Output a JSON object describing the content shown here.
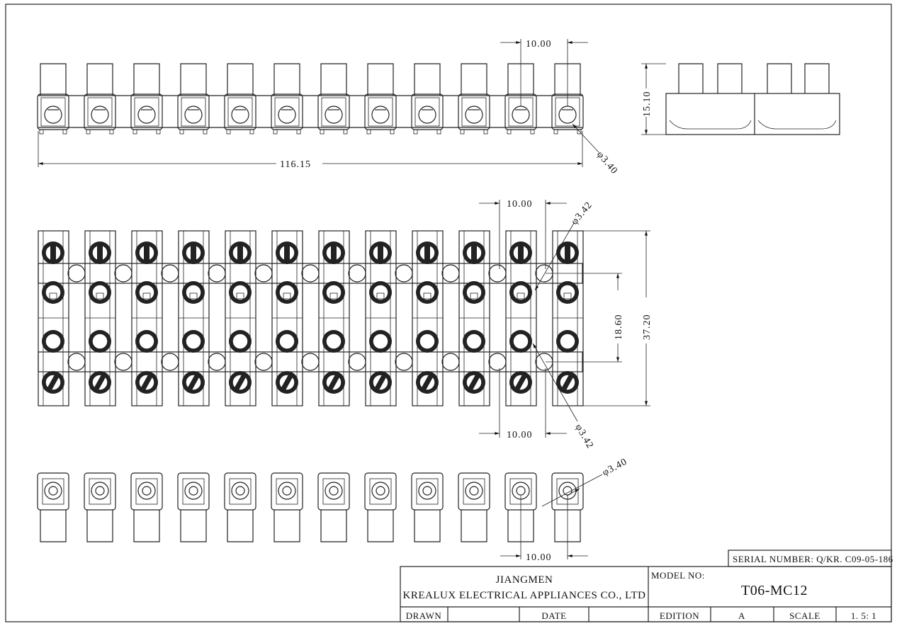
{
  "module_count": 12,
  "dimensions": {
    "pitch_top": "10.00",
    "overall_length": "116.15",
    "hole_top": "φ3.40",
    "side_height": "15.10",
    "pitch_mid_top": "10.00",
    "hole_mid_top": "φ3.42",
    "row_spacing": "18.60",
    "overall_width": "37.20",
    "pitch_mid_bottom": "10.00",
    "hole_mid_bottom": "φ3.42",
    "hole_bottom": "φ3.40",
    "pitch_bottom": "10.00"
  },
  "title_block": {
    "serial_number": "SERIAL NUMBER: Q/KR. C09-05-186",
    "company_line1": "JIANGMEN",
    "company_line2": "KREALUX ELECTRICAL APPLIANCES CO., LTD",
    "model_label": "MODEL NO:",
    "model_value": "T06-MC12",
    "drawn_label": "DRAWN",
    "drawn_value": "",
    "date_label": "DATE",
    "date_value": "",
    "edition_label": "EDITION",
    "edition_value": "A",
    "scale_label": "SCALE",
    "scale_value": "1. 5: 1"
  }
}
